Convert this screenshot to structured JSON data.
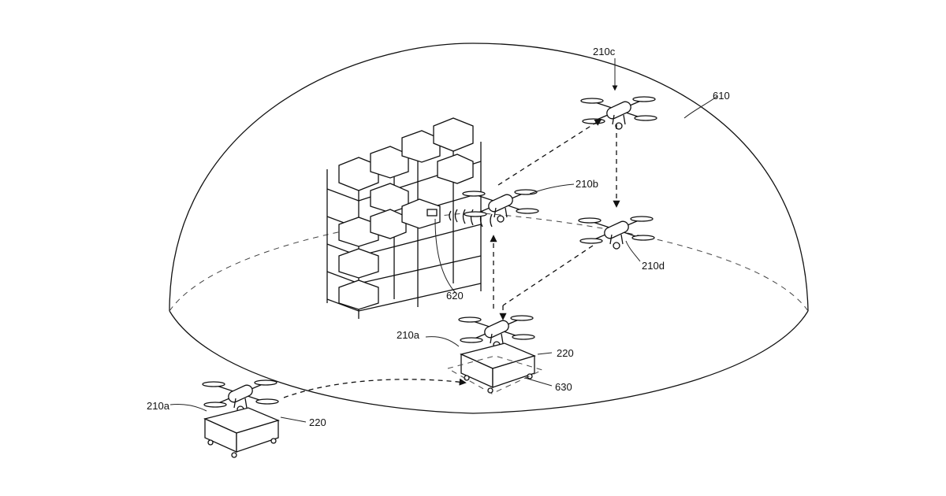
{
  "labels": {
    "dome": "610",
    "drone_c": "210c",
    "drone_b": "210b",
    "drone_d": "210d",
    "drone_a_center": "210a",
    "drone_a_left": "210a",
    "station_center": "220",
    "station_left": "220",
    "marker": "620",
    "landing_zone": "630"
  }
}
